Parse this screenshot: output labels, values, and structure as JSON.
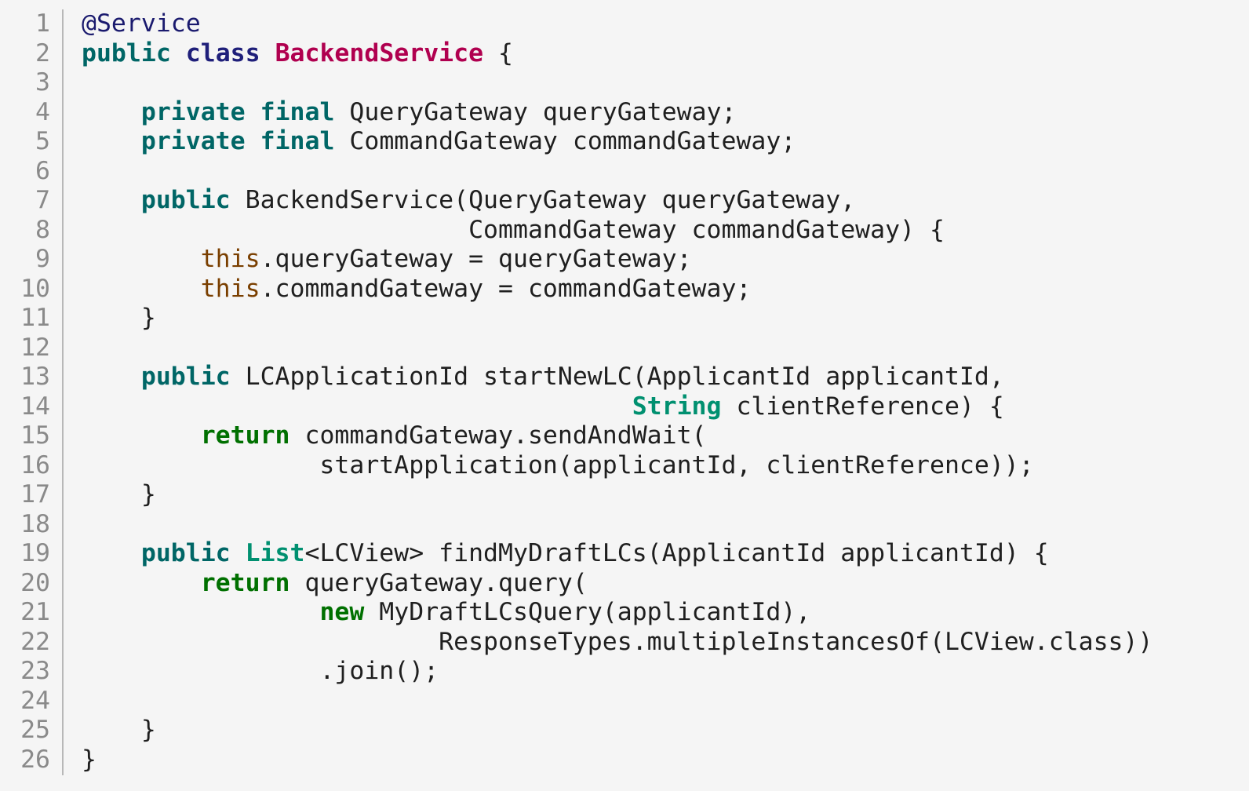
{
  "editor": {
    "language": "java",
    "colors": {
      "background": "#f5f5f5",
      "line_number": "#8a8a8a",
      "gutter_rule": "#b8b8b8",
      "keyword": "#006666",
      "declaration_keyword": "#1f1f7a",
      "flow_keyword": "#007000",
      "this": "#7a3f00",
      "builtin_type": "#009070",
      "class_name": "#b0004f",
      "annotation": "#1a1a6e",
      "text": "#1f1f1f"
    },
    "lines": [
      {
        "n": "1",
        "tokens": [
          {
            "t": "@Service",
            "c": "annotation"
          }
        ]
      },
      {
        "n": "2",
        "tokens": [
          {
            "t": "public",
            "c": "kw"
          },
          {
            "t": " "
          },
          {
            "t": "class",
            "c": "kw-decl"
          },
          {
            "t": " "
          },
          {
            "t": "BackendService",
            "c": "class-name"
          },
          {
            "t": " {"
          }
        ]
      },
      {
        "n": "3",
        "tokens": []
      },
      {
        "n": "4",
        "tokens": [
          {
            "t": "    "
          },
          {
            "t": "private",
            "c": "kw"
          },
          {
            "t": " "
          },
          {
            "t": "final",
            "c": "kw"
          },
          {
            "t": " QueryGateway queryGateway;"
          }
        ]
      },
      {
        "n": "5",
        "tokens": [
          {
            "t": "    "
          },
          {
            "t": "private",
            "c": "kw"
          },
          {
            "t": " "
          },
          {
            "t": "final",
            "c": "kw"
          },
          {
            "t": " CommandGateway commandGateway;"
          }
        ]
      },
      {
        "n": "6",
        "tokens": []
      },
      {
        "n": "7",
        "tokens": [
          {
            "t": "    "
          },
          {
            "t": "public",
            "c": "kw"
          },
          {
            "t": " BackendService(QueryGateway queryGateway,"
          }
        ]
      },
      {
        "n": "8",
        "tokens": [
          {
            "t": "                          CommandGateway commandGateway) {"
          }
        ]
      },
      {
        "n": "9",
        "tokens": [
          {
            "t": "        "
          },
          {
            "t": "this",
            "c": "this"
          },
          {
            "t": ".queryGateway = queryGateway;"
          }
        ]
      },
      {
        "n": "10",
        "tokens": [
          {
            "t": "        "
          },
          {
            "t": "this",
            "c": "this"
          },
          {
            "t": ".commandGateway = commandGateway;"
          }
        ]
      },
      {
        "n": "11",
        "tokens": [
          {
            "t": "    }"
          }
        ]
      },
      {
        "n": "12",
        "tokens": []
      },
      {
        "n": "13",
        "tokens": [
          {
            "t": "    "
          },
          {
            "t": "public",
            "c": "kw"
          },
          {
            "t": " LCApplicationId startNewLC(ApplicantId applicantId,"
          }
        ]
      },
      {
        "n": "14",
        "tokens": [
          {
            "t": "                                     "
          },
          {
            "t": "String",
            "c": "type-builtin"
          },
          {
            "t": " clientReference) {"
          }
        ]
      },
      {
        "n": "15",
        "tokens": [
          {
            "t": "        "
          },
          {
            "t": "return",
            "c": "kw-flow"
          },
          {
            "t": " commandGateway.sendAndWait("
          }
        ]
      },
      {
        "n": "16",
        "tokens": [
          {
            "t": "                startApplication(applicantId, clientReference));"
          }
        ]
      },
      {
        "n": "17",
        "tokens": [
          {
            "t": "    }"
          }
        ]
      },
      {
        "n": "18",
        "tokens": []
      },
      {
        "n": "19",
        "tokens": [
          {
            "t": "    "
          },
          {
            "t": "public",
            "c": "kw"
          },
          {
            "t": " "
          },
          {
            "t": "List",
            "c": "type-builtin"
          },
          {
            "t": "<LCView> findMyDraftLCs(ApplicantId applicantId) {"
          }
        ]
      },
      {
        "n": "20",
        "tokens": [
          {
            "t": "        "
          },
          {
            "t": "return",
            "c": "kw-flow"
          },
          {
            "t": " queryGateway.query("
          }
        ]
      },
      {
        "n": "21",
        "tokens": [
          {
            "t": "                "
          },
          {
            "t": "new",
            "c": "kw-flow"
          },
          {
            "t": " MyDraftLCsQuery(applicantId),"
          }
        ]
      },
      {
        "n": "22",
        "tokens": [
          {
            "t": "                        ResponseTypes.multipleInstancesOf(LCView.class))"
          }
        ]
      },
      {
        "n": "23",
        "tokens": [
          {
            "t": "                .join();"
          }
        ]
      },
      {
        "n": "24",
        "tokens": []
      },
      {
        "n": "25",
        "tokens": [
          {
            "t": "    }"
          }
        ]
      },
      {
        "n": "26",
        "tokens": [
          {
            "t": "}"
          }
        ]
      }
    ]
  }
}
